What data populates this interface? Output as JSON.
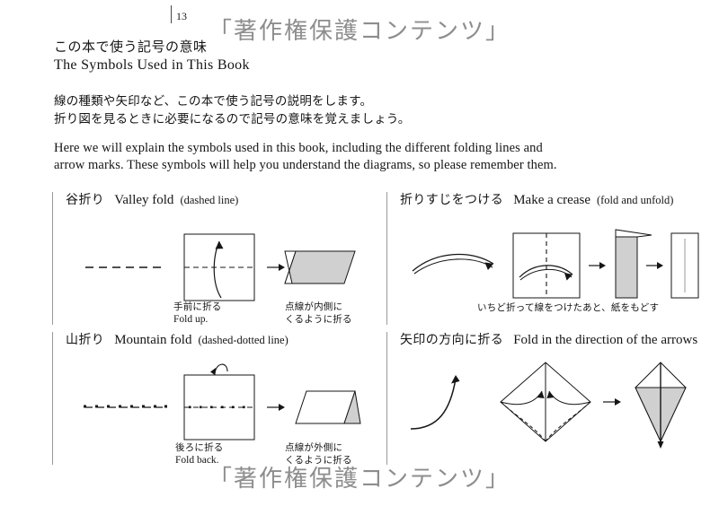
{
  "page": {
    "number": "13",
    "watermark": "「著作権保護コンテンツ」"
  },
  "intro": {
    "title_jp": "この本で使う記号の意味",
    "title_en": "The Symbols Used in This Book",
    "lead_jp_line1": "線の種類や矢印など、この本で使う記号の説明をします。",
    "lead_jp_line2": "折り図を見るときに必要になるので記号の意味を覚えましょう。",
    "lead_en": "Here we will explain the symbols used in this book, including the different folding lines and arrow marks. These symbols will help you understand the diagrams, so please remember them."
  },
  "sections": [
    {
      "id": "valley-fold",
      "heading_jp": "谷折り",
      "heading_en": "Valley fold",
      "heading_paren": "(dashed line)",
      "line_style": "dashed",
      "captions": [
        {
          "jp": "手前に折る",
          "en": "Fold up."
        },
        {
          "jp": "点線が内側に",
          "jp2": "くるように折る"
        }
      ]
    },
    {
      "id": "make-a-crease",
      "heading_jp": "折りすじをつける",
      "heading_en": "Make a crease",
      "heading_paren": "(fold and unfold)",
      "line_style": "arrow",
      "captions": [
        {
          "jp": "いちど折って線をつけたあと、紙をもどす"
        }
      ]
    },
    {
      "id": "mountain-fold",
      "heading_jp": "山折り",
      "heading_en": "Mountain fold",
      "heading_paren": "(dashed-dotted line)",
      "line_style": "dash-dot",
      "captions": [
        {
          "jp": "後ろに折る",
          "en": "Fold back."
        },
        {
          "jp": "点線が外側に",
          "jp2": "くるように折る"
        }
      ]
    },
    {
      "id": "fold-direction-of-arrows",
      "heading_jp": "矢印の方向に折る",
      "heading_en": "Fold in the direction of the arrows",
      "heading_paren": "",
      "line_style": "curved-arrow",
      "captions": []
    }
  ],
  "colors": {
    "paper_fill": "#ffffff",
    "shaded_fill": "#d0d0d0",
    "ink": "#151515",
    "rule": "#9a9a9a",
    "watermark": "#8d8d8d"
  }
}
